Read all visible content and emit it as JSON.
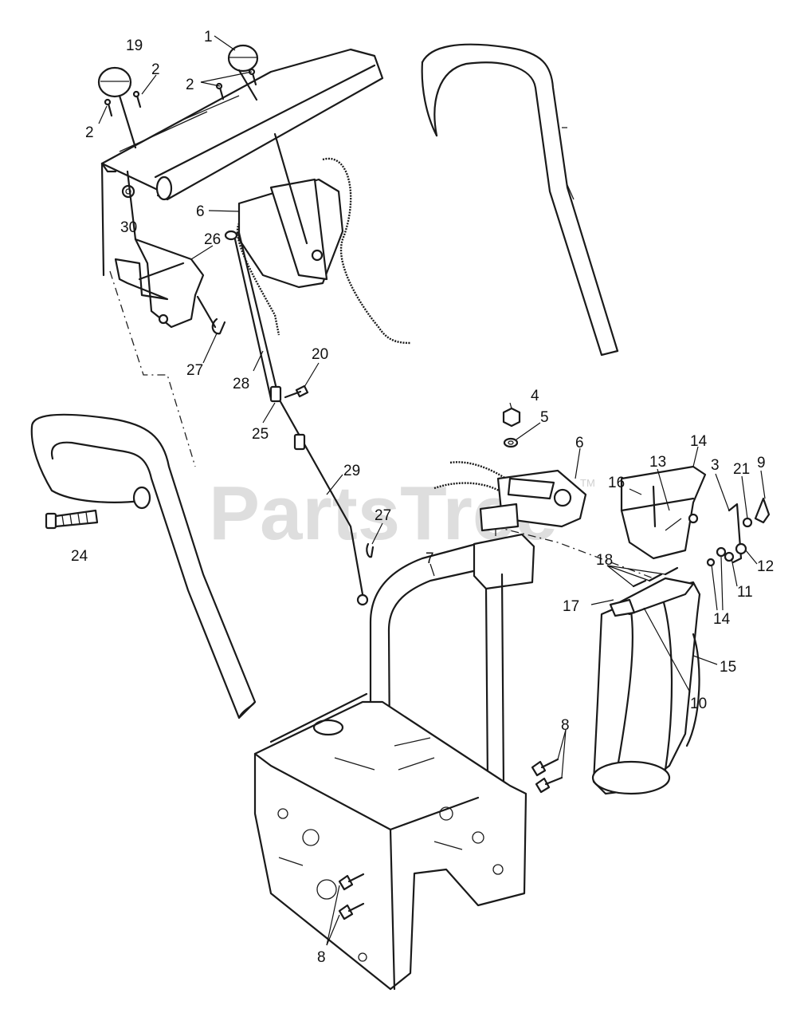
{
  "watermark": {
    "text": "PartsTree",
    "trademark": "TM"
  },
  "callouts": [
    {
      "id": "c1",
      "label": "1"
    },
    {
      "id": "c19",
      "label": "19"
    },
    {
      "id": "c2a",
      "label": "2"
    },
    {
      "id": "c2b",
      "label": "2"
    },
    {
      "id": "c2c",
      "label": "2"
    },
    {
      "id": "c6a",
      "label": "6"
    },
    {
      "id": "c30",
      "label": "30"
    },
    {
      "id": "c26",
      "label": "26"
    },
    {
      "id": "c27a",
      "label": "27"
    },
    {
      "id": "c28",
      "label": "28"
    },
    {
      "id": "c20",
      "label": "20"
    },
    {
      "id": "c25",
      "label": "25"
    },
    {
      "id": "c29",
      "label": "29"
    },
    {
      "id": "c27b",
      "label": "27"
    },
    {
      "id": "c24",
      "label": "24"
    },
    {
      "id": "c4",
      "label": "4"
    },
    {
      "id": "c5",
      "label": "5"
    },
    {
      "id": "c6b",
      "label": "6"
    },
    {
      "id": "c14a",
      "label": "14"
    },
    {
      "id": "c13",
      "label": "13"
    },
    {
      "id": "c16",
      "label": "16"
    },
    {
      "id": "c3",
      "label": "3"
    },
    {
      "id": "c21",
      "label": "21"
    },
    {
      "id": "c9",
      "label": "9"
    },
    {
      "id": "c7",
      "label": "7"
    },
    {
      "id": "c18",
      "label": "18"
    },
    {
      "id": "c12",
      "label": "12"
    },
    {
      "id": "c11",
      "label": "11"
    },
    {
      "id": "c14b",
      "label": "14"
    },
    {
      "id": "c17",
      "label": "17"
    },
    {
      "id": "c15",
      "label": "15"
    },
    {
      "id": "c10",
      "label": "10"
    },
    {
      "id": "c8a",
      "label": "8"
    },
    {
      "id": "c8b",
      "label": "8"
    }
  ]
}
